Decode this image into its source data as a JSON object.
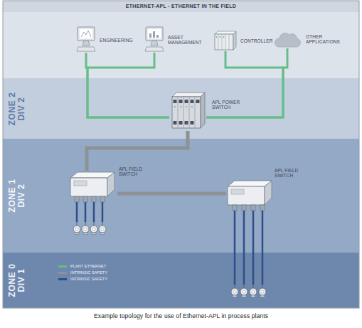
{
  "diagram": {
    "title": "ETHERNET-APL - ETHERNET IN THE FIELD",
    "caption": "Example topology for the use of Ethernet-APL in process plants",
    "nodes": [
      {
        "text": [
          "ENGINEERING"
        ]
      },
      {
        "text": [
          "ASSET MANAGEMENT"
        ]
      },
      {
        "text": [
          "CONTROLLER"
        ]
      },
      {
        "text": [
          "OTHER APPLICATIONS"
        ]
      },
      {
        "text": [
          "ZONE 2",
          "DIV 2"
        ]
      },
      {
        "text": [
          "APL POWER SWITCH"
        ],
        "in": 4
      },
      {
        "text": [
          "ZONE 1",
          "DIV 2"
        ]
      },
      {
        "text": [
          "APL FIELD SWITCH"
        ],
        "in": 6
      },
      {
        "text": [
          "APL FIELD SWITCH"
        ],
        "in": 6
      },
      {
        "text": [
          "ZONE 0",
          "DIV 1"
        ]
      }
    ],
    "edges": [
      {
        "from": 0,
        "to": 5,
        "arrow": "none"
      },
      {
        "from": 1,
        "to": 5,
        "arrow": "none"
      },
      {
        "from": 2,
        "to": 5,
        "arrow": "none"
      },
      {
        "from": 3,
        "to": 5,
        "arrow": "none"
      },
      {
        "from": 5,
        "to": 7,
        "arrow": "none"
      },
      {
        "from": 7,
        "to": 8,
        "arrow": "none"
      }
    ],
    "legend": [
      {
        "text": "PLANT ETHERNET",
        "color": "#67bd88"
      },
      {
        "text": "INTRINSIC SAFETY",
        "color": "#8e9297"
      },
      {
        "text": "INTRINSIC SAFETY",
        "color": "#2d4f8a"
      }
    ]
  }
}
